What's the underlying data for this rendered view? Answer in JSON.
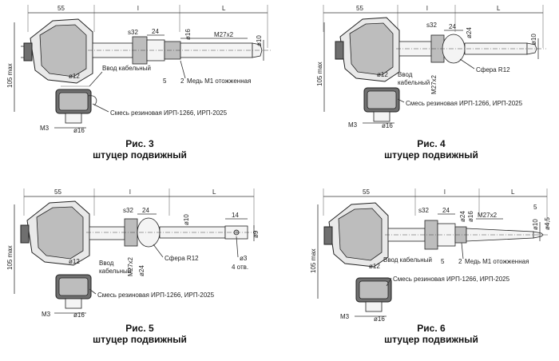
{
  "figures": [
    {
      "id": "fig3",
      "caption": "Рис. 3",
      "subcaption": "штуцер подвижный",
      "labels": {
        "d55": "55",
        "dl": "l",
        "dL": "L",
        "s": "s32",
        "d24": "24",
        "phi16": "ø16",
        "thread": "M27x2",
        "phi10": "ø10",
        "h105": "105 max",
        "phi12": "ø12",
        "entry": "Ввод кабельный",
        "d5": "5",
        "d2": "2",
        "copper": "Медь M1 отожженная",
        "rubber": "Смесь резиновая ИРП-1266, ИРП-2025",
        "m3": "M3",
        "phi16b": "ø16"
      }
    },
    {
      "id": "fig4",
      "caption": "Рис. 4",
      "subcaption": "штуцер подвижный",
      "labels": {
        "d55": "55",
        "dl": "l",
        "dL": "L",
        "s": "s32",
        "d24": "24",
        "phi24": "ø24",
        "thread": "M27x2",
        "phi10": "ø10",
        "h105": "105 max",
        "phi12": "ø12",
        "entry1": "Ввод",
        "entry2": "кабельный",
        "sphere": "Сфера R12",
        "rubber": "Смесь резиновая ИРП-1266, ИРП-2025",
        "m3": "M3",
        "phi16b": "ø16"
      }
    },
    {
      "id": "fig5",
      "caption": "Рис. 5",
      "subcaption": "штуцер подвижный",
      "labels": {
        "d55": "55",
        "dl": "l",
        "dL": "L",
        "s": "s32",
        "d24": "24",
        "phi10": "ø10",
        "d14": "14",
        "phi9": "ø9",
        "h105": "105 max",
        "phi12": "ø12",
        "entry1": "Ввод",
        "entry2": "кабельный",
        "thread": "M27x2",
        "phi24": "ø24",
        "sphere": "Сфера R12",
        "phi3": "ø3",
        "holes": "4 отв.",
        "rubber": "Смесь резиновая ИРП-1266, ИРП-2025",
        "m3": "M3",
        "phi16b": "ø16"
      }
    },
    {
      "id": "fig6",
      "caption": "Рис. 6",
      "subcaption": "штуцер подвижный",
      "labels": {
        "d55": "55",
        "dl": "l",
        "dL": "L",
        "s": "s32",
        "d24": "24",
        "phi24": "ø24",
        "phi16": "ø16",
        "thread": "M27x2",
        "d5top": "5",
        "phi10": "ø10",
        "phi45": "ø4,5",
        "h105": "105 max",
        "phi12": "ø12",
        "entry": "Ввод кабельный",
        "d5": "5",
        "d2": "2",
        "copper": "Медь M1 отожженная",
        "rubber": "Смесь резиновая ИРП-1266, ИРП-2025",
        "m3": "M3",
        "phi16b": "ø16"
      }
    }
  ]
}
